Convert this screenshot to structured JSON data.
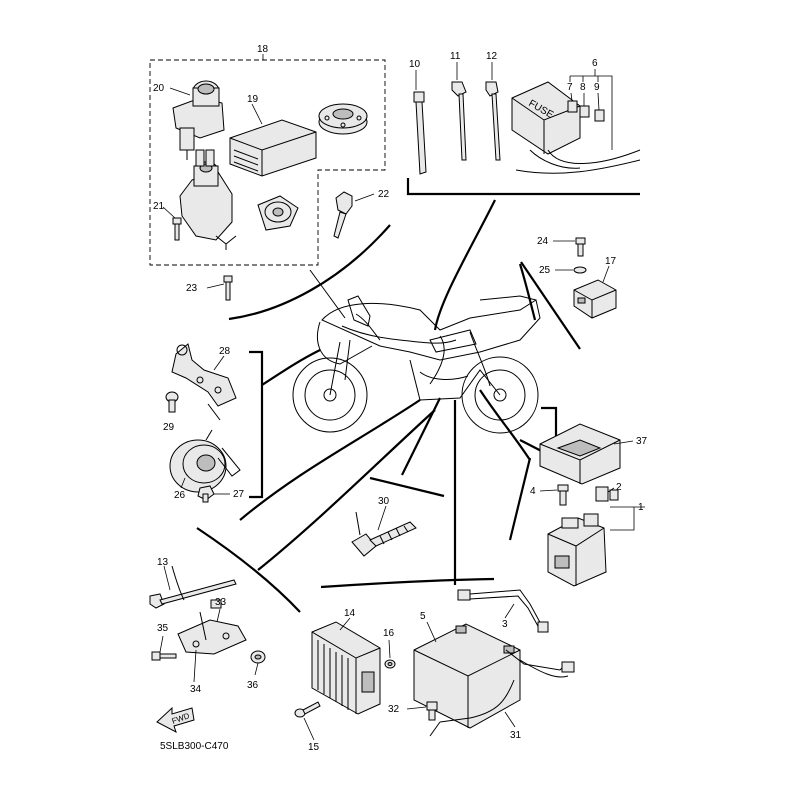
{
  "diagram": {
    "drawing_code": "5SLB300-C470",
    "arrow_label": "FWD",
    "callouts": {
      "n1": "1",
      "n2": "2",
      "n3": "3",
      "n4": "4",
      "n5": "5",
      "n6": "6",
      "n7": "7",
      "n8": "8",
      "n9": "9",
      "n10": "10",
      "n11": "11",
      "n12": "12",
      "n13": "13",
      "n14": "14",
      "n15": "15",
      "n16": "16",
      "n17": "17",
      "n18": "18",
      "n19": "19",
      "n20": "20",
      "n21": "21",
      "n22": "22",
      "n23": "23",
      "n24": "24",
      "n25": "25",
      "n26": "26",
      "n27": "27",
      "n28": "28",
      "n29": "29",
      "n30": "30",
      "n31": "31",
      "n32": "32",
      "n33": "33",
      "n34": "34",
      "n35": "35",
      "n36": "36",
      "n37": "37"
    },
    "fuse_box_label": "FUSE"
  }
}
